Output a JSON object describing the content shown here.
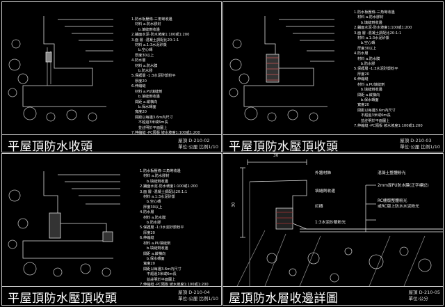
{
  "panels": [
    {
      "title": "平屋頂防水收頭",
      "code": "屋頂 D-210-02",
      "unit": "單位:公厘 比例1/10"
    },
    {
      "title": "平屋頂防水壓頂收頭",
      "code": "屋頂 D-210-03",
      "unit": "單位:公厘 比例1/10"
    },
    {
      "title": "平屋頂防水壓頂收頭",
      "code": "屋頂 D-210-04",
      "unit": "單位:公厘 比例1/10"
    },
    {
      "title": "屋頂防水層收邊詳圖",
      "code": "屋頂 D-210-05",
      "unit": "單位:公分"
    }
  ],
  "notes": "1.防水板壓條-三角彎收邊\n   材料 a.防水膠封\n      b.填縫劑收邊\n2.鋪面水泥-防水坡度1:100或1:200\n3.面 層 -混凝土調配比20:1:1\n   材料 a.1:3水泥砂漿\n      b.空心磚\n   厚度30以上\n4.防水層\n   材料 a.防水膜\n      b.防水膠\n5.保護層 -1:3水泥砂漿粉平\n   厚度20\n6.伸縮縫\n   材料 a.PU填縫劑\n      b.填縫劑收邊\n   間距 a.縱橫向\n      b.保水磚面\n   寬度20\n   間距以每邊3.6m內尺寸\n      不超過3米或6m長\n      並註明於平面圖上\n7.伸縮縫 -PC隔板 坡水坡度1:100或1:200",
  "detail": {
    "dim_width": "30",
    "dim_height": "30",
    "labels_left": [
      "外牆材飾",
      "填縫劑收邊",
      "紅磚",
      "1:3水泥砂漿粉光"
    ],
    "labels_right": [
      "混凝土整體粉光",
      "2mm厚PU防水膜(正字標記)",
      "RC樓版整體粉光",
      "或RC版上防水水泥粉光"
    ]
  }
}
